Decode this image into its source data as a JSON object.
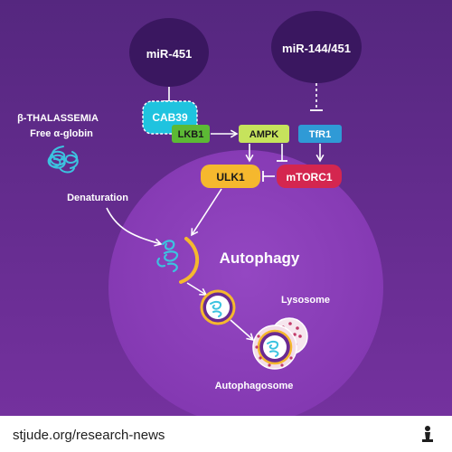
{
  "nodes": {
    "mir451": "miR-451",
    "mir144": "miR-144/451",
    "cab39": "CAB39",
    "lkb1": "LKB1",
    "ampk": "AMPK",
    "tfr1": "TfR1",
    "ulk1": "ULK1",
    "mtorc1": "mTORC1"
  },
  "labels": {
    "condition": "β-THALASSEMIA",
    "free_globin": "Free α-globin",
    "denaturation": "Denaturation",
    "autophagy": "Autophagy",
    "lysosome": "Lysosome",
    "autophagosome": "Autophagosome"
  },
  "footer": {
    "url": "stjude.org/research-news"
  },
  "colors": {
    "background_top": "#5b2a86",
    "background_bottom": "#6f2f9a",
    "circle": "#8a3fb8",
    "dark_node": "#3a1760",
    "cab39": "#1fc3df",
    "lkb1": "#5cb935",
    "ampk": "#c6e35c",
    "tfr1": "#2f9ad6",
    "ulk1": "#f5b82e",
    "mtorc1": "#d4264f",
    "globin": "#3cc3e0",
    "lysosome": "#c23a6a"
  }
}
